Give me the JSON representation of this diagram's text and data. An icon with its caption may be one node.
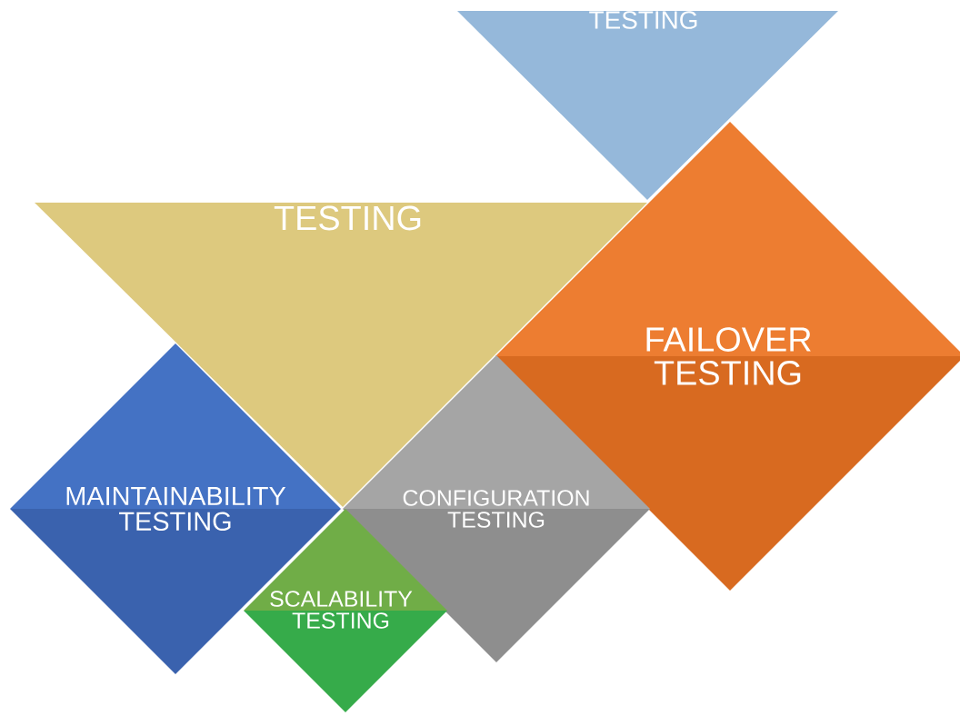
{
  "diagram": {
    "nodes": [
      {
        "text": [
          "TESTING"
        ]
      },
      {
        "text": [
          "TESTING"
        ]
      },
      {
        "text": [
          "FAILOVER TESTING"
        ]
      },
      {
        "text": [
          "MAINTAINABILITY TESTING"
        ]
      },
      {
        "text": [
          "CONFIGURATION TESTING"
        ]
      },
      {
        "text": [
          "SCALABILITY TESTING"
        ]
      }
    ]
  }
}
